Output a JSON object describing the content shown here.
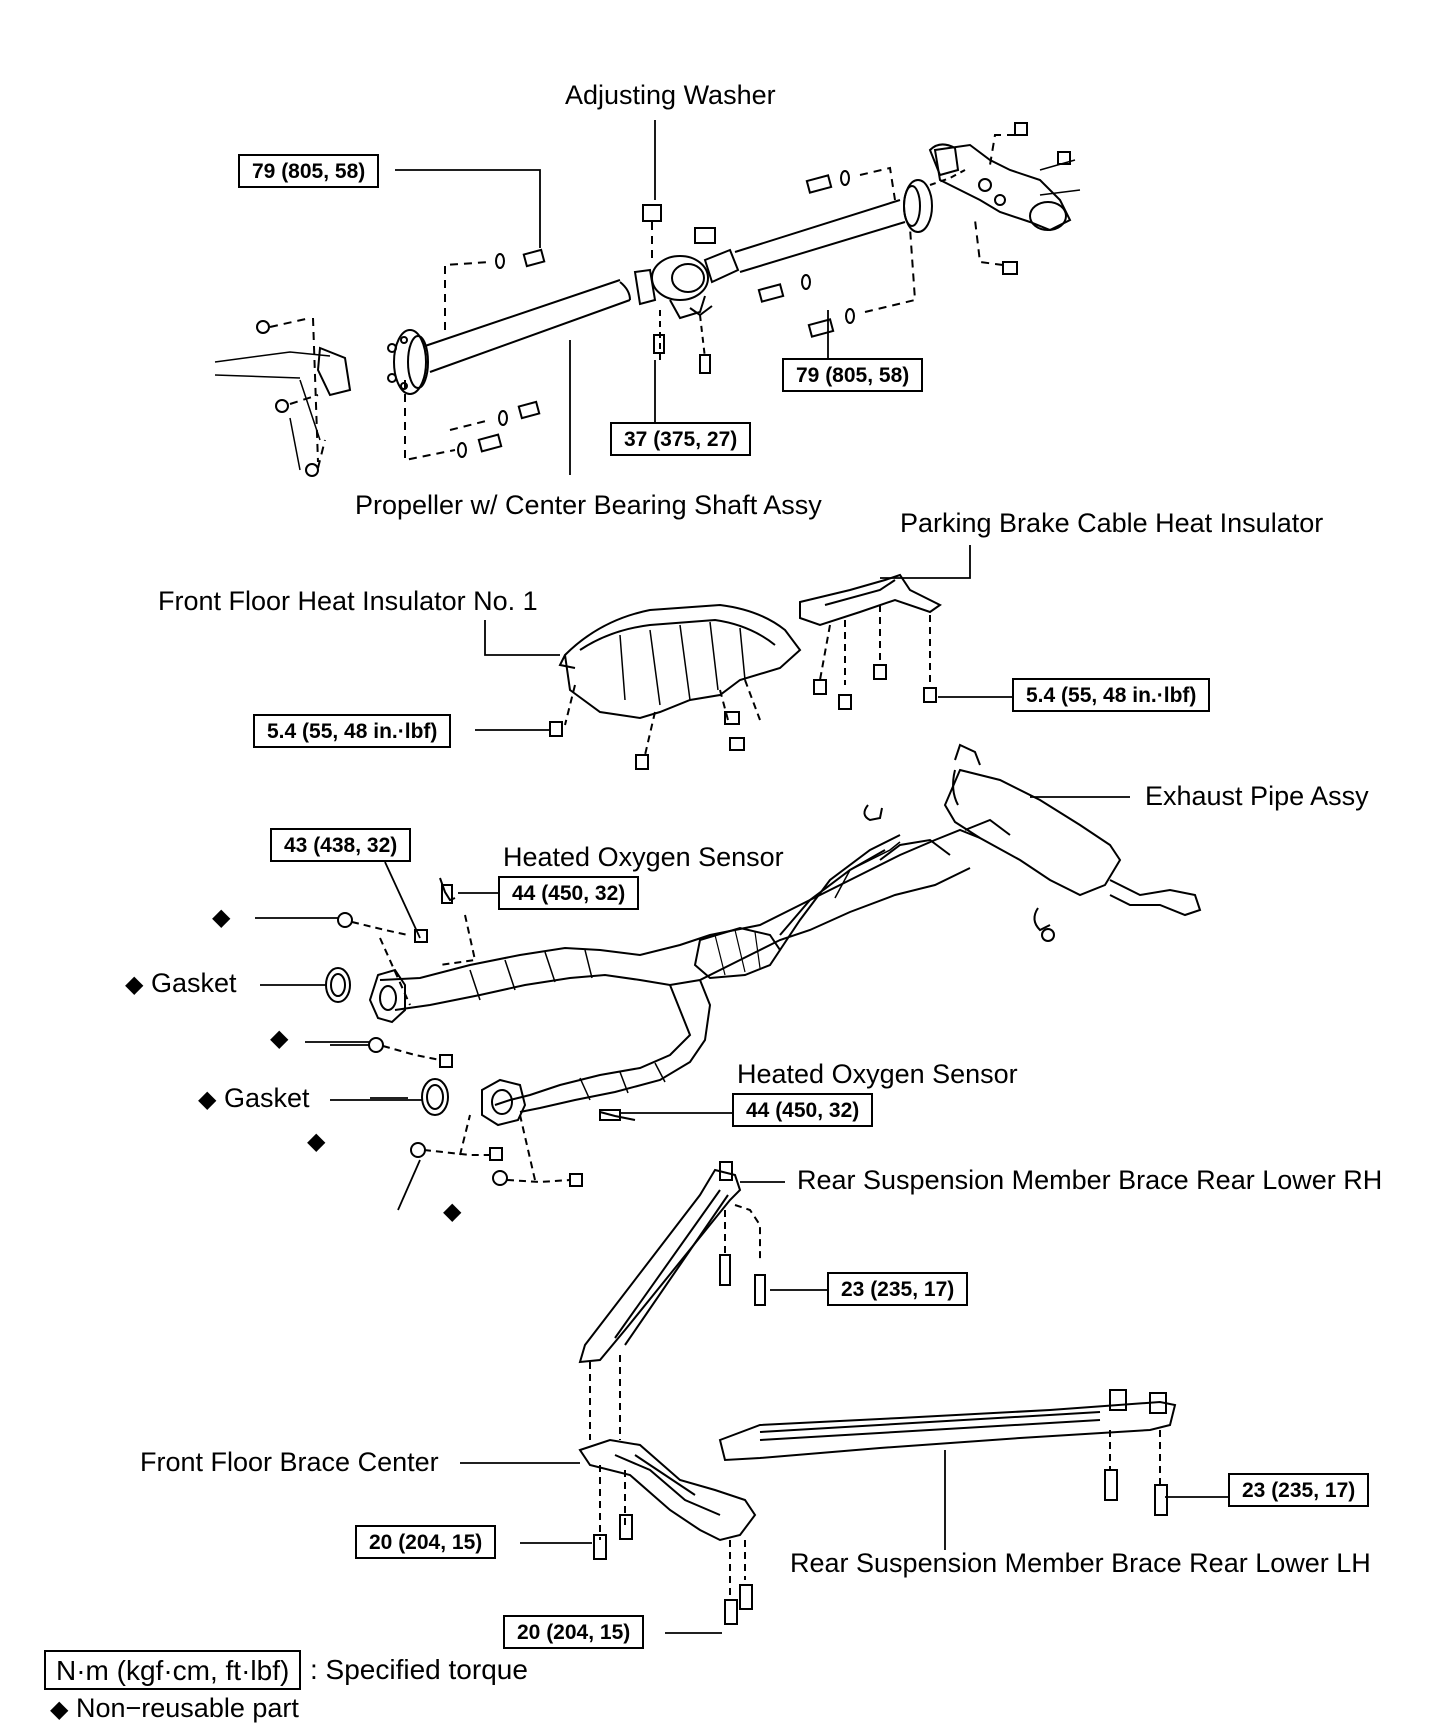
{
  "labels": {
    "adjusting_washer": "Adjusting Washer",
    "propeller_shaft": "Propeller w/ Center Bearing Shaft Assy",
    "parking_brake_insulator": "Parking Brake Cable Heat Insulator",
    "front_floor_insulator": "Front Floor Heat Insulator No. 1",
    "exhaust_pipe": "Exhaust Pipe Assy",
    "heated_oxygen_sensor_upper": "Heated Oxygen Sensor",
    "heated_oxygen_sensor_lower": "Heated Oxygen Sensor",
    "gasket_upper": "Gasket",
    "gasket_lower": "Gasket",
    "brace_rear_rh": "Rear Suspension Member Brace Rear Lower RH",
    "brace_rear_lh": "Rear Suspension Member Brace Rear Lower LH",
    "front_floor_brace": "Front Floor Brace Center"
  },
  "torques": {
    "prop_left": "79 (805, 58)",
    "prop_right": "79 (805, 58)",
    "center_bearing": "37 (375, 27)",
    "insulator_front": "5.4 (55, 48 in.·lbf)",
    "insulator_parking": "5.4 (55, 48 in.·lbf)",
    "exhaust_flange": "43 (438, 32)",
    "sensor_upper": "44 (450, 32)",
    "sensor_lower": "44 (450, 32)",
    "brace_rh": "23 (235, 17)",
    "brace_lh": "23 (235, 17)",
    "floor_brace_a": "20 (204, 15)",
    "floor_brace_b": "20 (204, 15)"
  },
  "legend": {
    "torque_unit": "N·m (kgf·cm, ft·lbf)",
    "torque_desc": ": Specified torque",
    "nonreusable_desc": "Non−reusable part",
    "diamond_symbol": "◆"
  }
}
